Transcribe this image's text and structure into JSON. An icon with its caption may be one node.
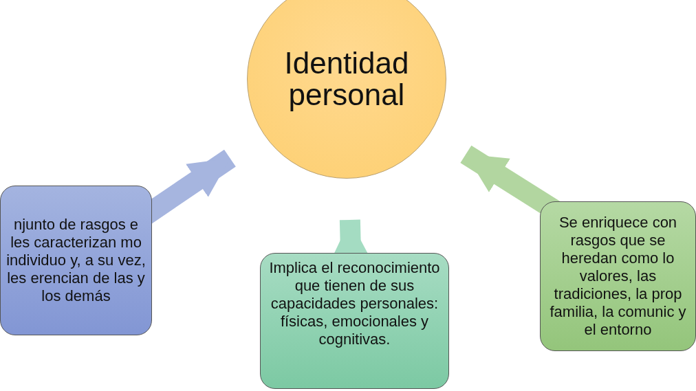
{
  "diagram": {
    "nodes": [
      {
        "text": [
          "Identidad personal"
        ]
      },
      {
        "text": [
          "njunto de rasgos e les caracterizan mo individuo y, a su vez, les erencian de las y los demás"
        ]
      },
      {
        "text": [
          "Implica el reconocimiento que tienen de sus capacidades personales: físicas, emocionales y cognitivas."
        ]
      },
      {
        "text": [
          "Se enriquece con rasgos que se heredan como lo valores, las tradiciones, la prop familia, la comunic y el entorno"
        ]
      }
    ],
    "edges": [
      {
        "from": 1,
        "to": 0,
        "arrow": "to",
        "color": "#a6b5df"
      },
      {
        "from": 2,
        "to": 0,
        "arrow": "to",
        "color": "#a4dcc2"
      },
      {
        "from": 3,
        "to": 0,
        "arrow": "to",
        "color": "#b2d6a0"
      }
    ]
  }
}
